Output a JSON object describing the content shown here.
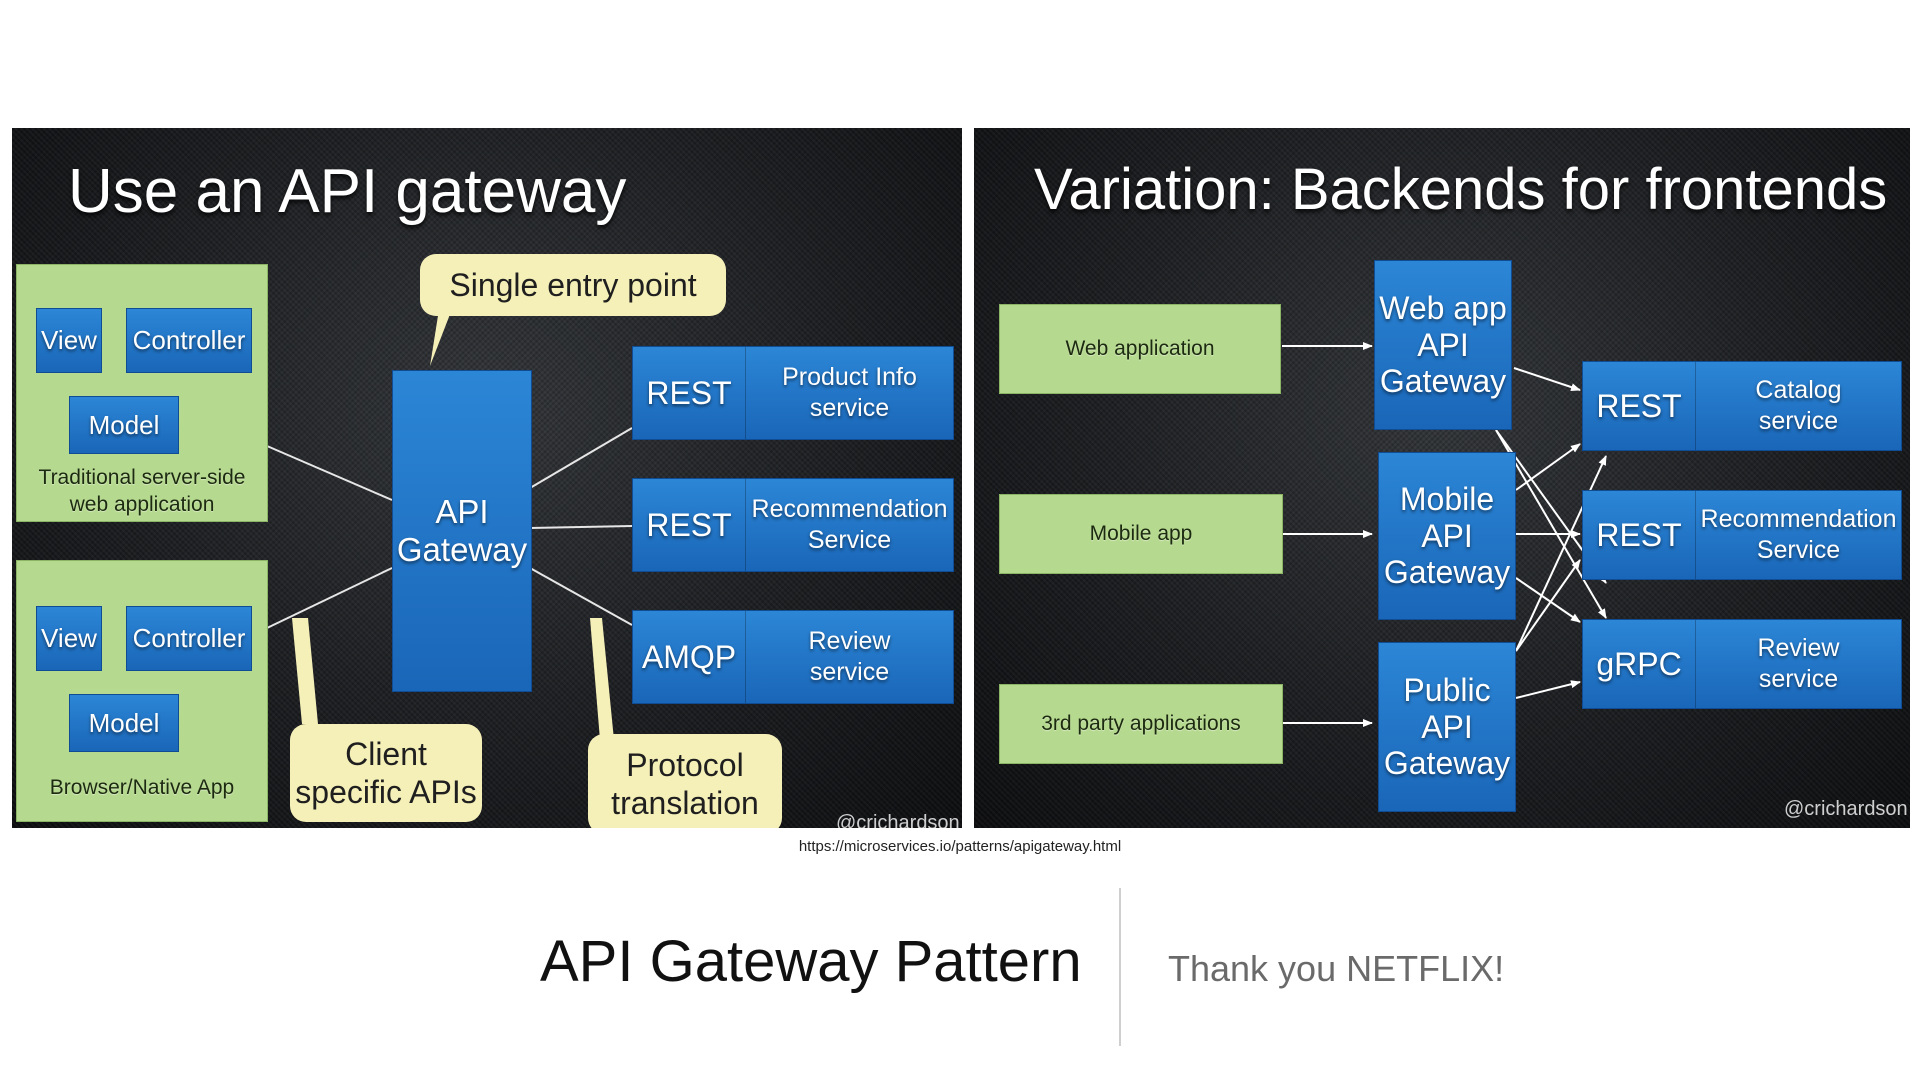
{
  "left": {
    "title": "Use an API gateway",
    "clients": [
      {
        "view": "View",
        "controller": "Controller",
        "model": "Model",
        "line1": "Traditional server-side",
        "line2": "web application"
      },
      {
        "view": "View",
        "controller": "Controller",
        "model": "Model",
        "line1": "Browser/Native App",
        "line2": ""
      }
    ],
    "gateway": {
      "line1": "API",
      "line2": "Gateway"
    },
    "services": [
      {
        "protocol": "REST",
        "name1": "Product Info",
        "name2": "service"
      },
      {
        "protocol": "REST",
        "name1": "Recommendation",
        "name2": "Service"
      },
      {
        "protocol": "AMQP",
        "name1": "Review",
        "name2": "service"
      }
    ],
    "callouts": {
      "single_entry": "Single entry point",
      "client_apis_1": "Client",
      "client_apis_2": "specific APIs",
      "protocol_1": "Protocol",
      "protocol_2": "translation"
    },
    "credit": "@crichardson"
  },
  "right": {
    "title": "Variation: Backends for frontends",
    "clients": [
      "Web application",
      "Mobile app",
      "3rd party applications"
    ],
    "gateways": [
      {
        "line1": "Web app",
        "line2": "API",
        "line3": "Gateway"
      },
      {
        "line1": "Mobile",
        "line2": "API",
        "line3": "Gateway"
      },
      {
        "line1": "Public",
        "line2": "API",
        "line3": "Gateway"
      }
    ],
    "services": [
      {
        "protocol": "REST",
        "name1": "Catalog",
        "name2": "service"
      },
      {
        "protocol": "REST",
        "name1": "Recommendation",
        "name2": "Service"
      },
      {
        "protocol": "gRPC",
        "name1": "Review",
        "name2": "service"
      }
    ],
    "credit": "@crichardson"
  },
  "footer": {
    "url": "https://microservices.io/patterns/apigateway.html",
    "title": "API Gateway Pattern",
    "thanks": "Thank you NETFLIX!"
  }
}
